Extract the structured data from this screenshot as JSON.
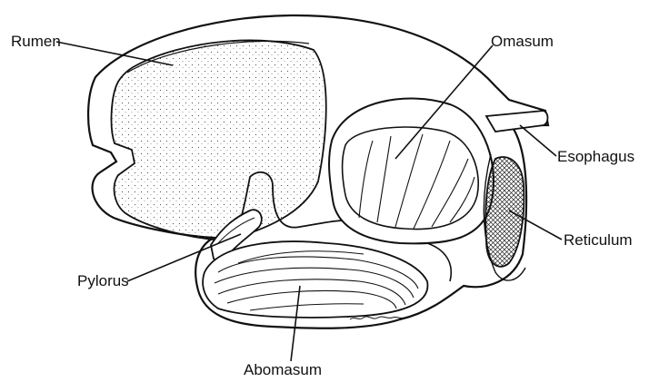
{
  "labels": {
    "rumen": "Rumen",
    "omasum": "Omasum",
    "esophagus": "Esophagus",
    "reticulum": "Reticulum",
    "pylorus": "Pylorus",
    "abomasum": "Abomasum"
  },
  "colors": {
    "ink": "#111111",
    "background": "#ffffff",
    "stipple": "#555555"
  }
}
